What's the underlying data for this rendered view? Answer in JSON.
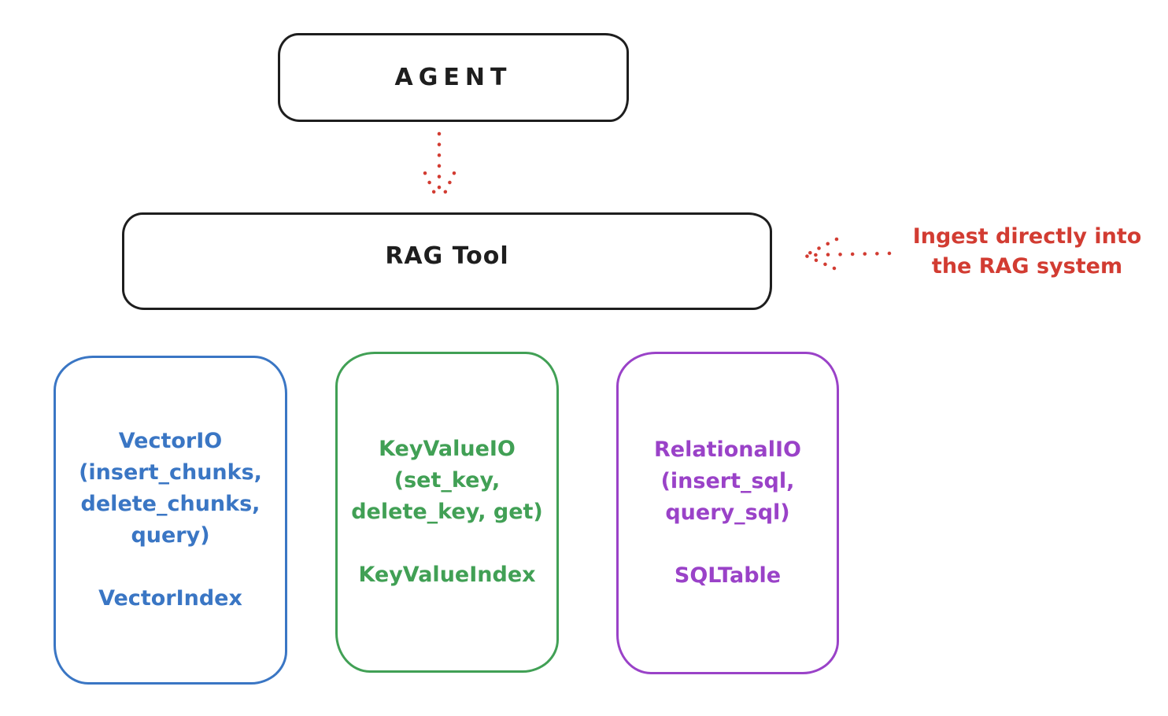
{
  "colors": {
    "background": "#ffffff",
    "stroke_black": "#1e1e1e",
    "accent_red": "#d23c32",
    "vector_blue": "#3a76c4",
    "keyvalue_green": "#41a055",
    "relational_purple": "#9a42c8"
  },
  "nodes": {
    "agent": {
      "label": "AGENT"
    },
    "rag_tool": {
      "label": "RAG Tool"
    }
  },
  "annotation": {
    "line1": "Ingest directly into",
    "line2": "the RAG system"
  },
  "stores": [
    {
      "id": "vector-io",
      "color": "#3a76c4",
      "lines": [
        "VectorIO",
        "(insert_chunks,",
        "delete_chunks,",
        "query)"
      ],
      "index_label": "VectorIndex"
    },
    {
      "id": "keyvalue-io",
      "color": "#41a055",
      "lines": [
        "KeyValueIO",
        "(set_key,",
        "delete_key, get)"
      ],
      "index_label": "KeyValueIndex"
    },
    {
      "id": "relational-io",
      "color": "#9a42c8",
      "lines": [
        "RelationalIO",
        "(insert_sql,",
        "query_sql)"
      ],
      "index_label": "SQLTable"
    }
  ]
}
